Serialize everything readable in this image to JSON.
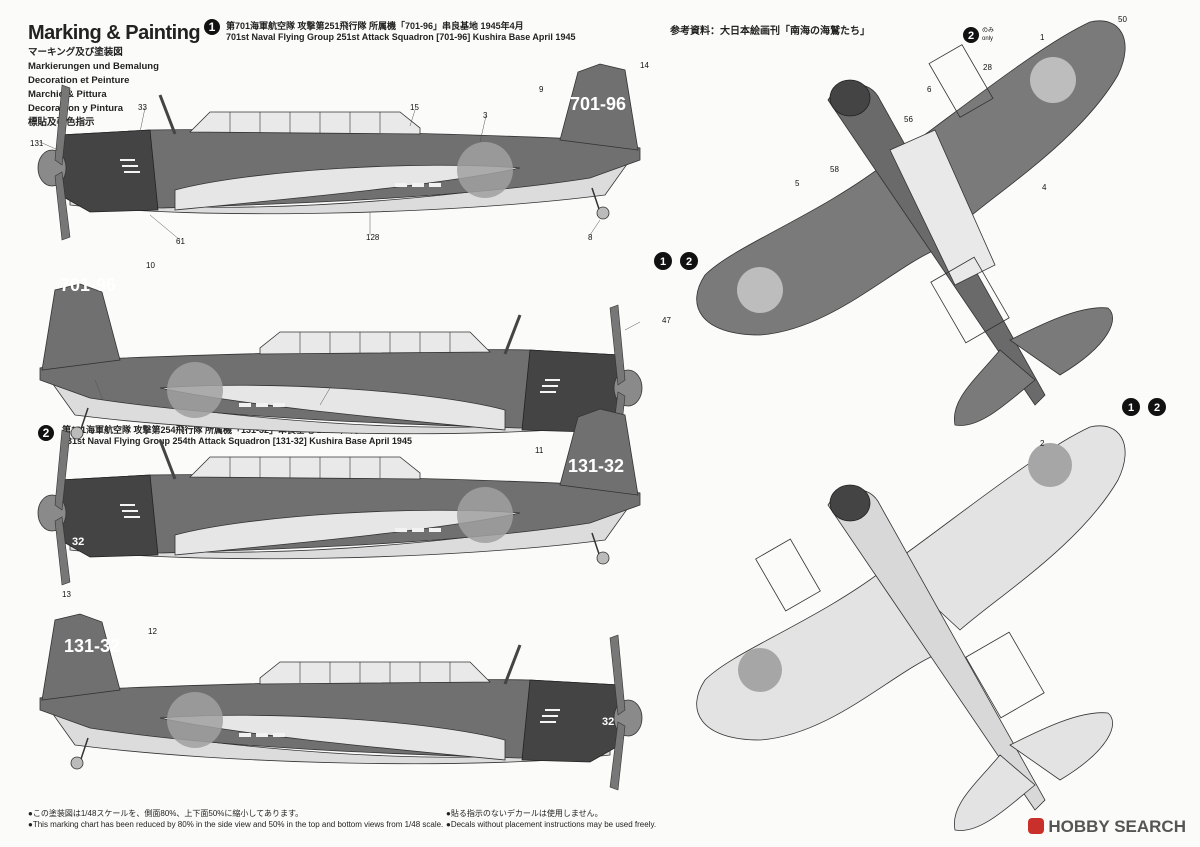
{
  "header": {
    "title": "Marking & Painting",
    "languages": [
      "マーキング及び塗装図",
      "Markierungen und Bemalung",
      "Decoration et Peinture",
      "Marchio & Pittura",
      "Decoracion y Pintura",
      "標貼及著色指示"
    ]
  },
  "reference": "参考資料：大日本絵画刊「南海の海鷲たち」",
  "schemes": [
    {
      "num": "1",
      "jp": "第701海軍航空隊 攻撃第251飛行隊 所属機「701-96」串良基地 1945年4月",
      "en": "701st Naval Flying Group 251st Attack Squadron [701-96] Kushira Base April 1945",
      "code": "701-96"
    },
    {
      "num": "2",
      "jp": "第131海軍航空隊 攻撃第254飛行隊 所属機「131-32」串良基地 1945年4月",
      "en": "131st Naval Flying Group 254th Attack Squadron [131-32] Kushira Base April 1945",
      "code": "131-32"
    }
  ],
  "cowl_number": "32",
  "callouts": [
    "131",
    "33",
    "15",
    "3",
    "9",
    "14",
    "61",
    "128",
    "8",
    "10",
    "11",
    "13",
    "12",
    "50",
    "1",
    "6",
    "5",
    "4",
    "56",
    "47",
    "28",
    "2",
    "58"
  ],
  "only_badge": {
    "num": "2",
    "jp": "のみ",
    "en": "only"
  },
  "footer": {
    "left_jp": "●この塗装図は1/48スケールを、側面80%、上下面50%に縮小してあります。",
    "left_en": "●This marking chart has been reduced by 80% in the side view and 50% in the top and bottom views from 1/48 scale.",
    "right_jp": "●貼る指示のないデカールは使用しません。",
    "right_en": "●Decals without placement instructions may be used freely."
  },
  "watermark": {
    "brand": "HOBBY",
    "suffix": "SEARCH"
  },
  "colors": {
    "dark_green": "#6e6e6e",
    "underside": "#d7d7d7",
    "hinomaru": "#9a9a9a",
    "cowl": "#3c3c3c"
  }
}
